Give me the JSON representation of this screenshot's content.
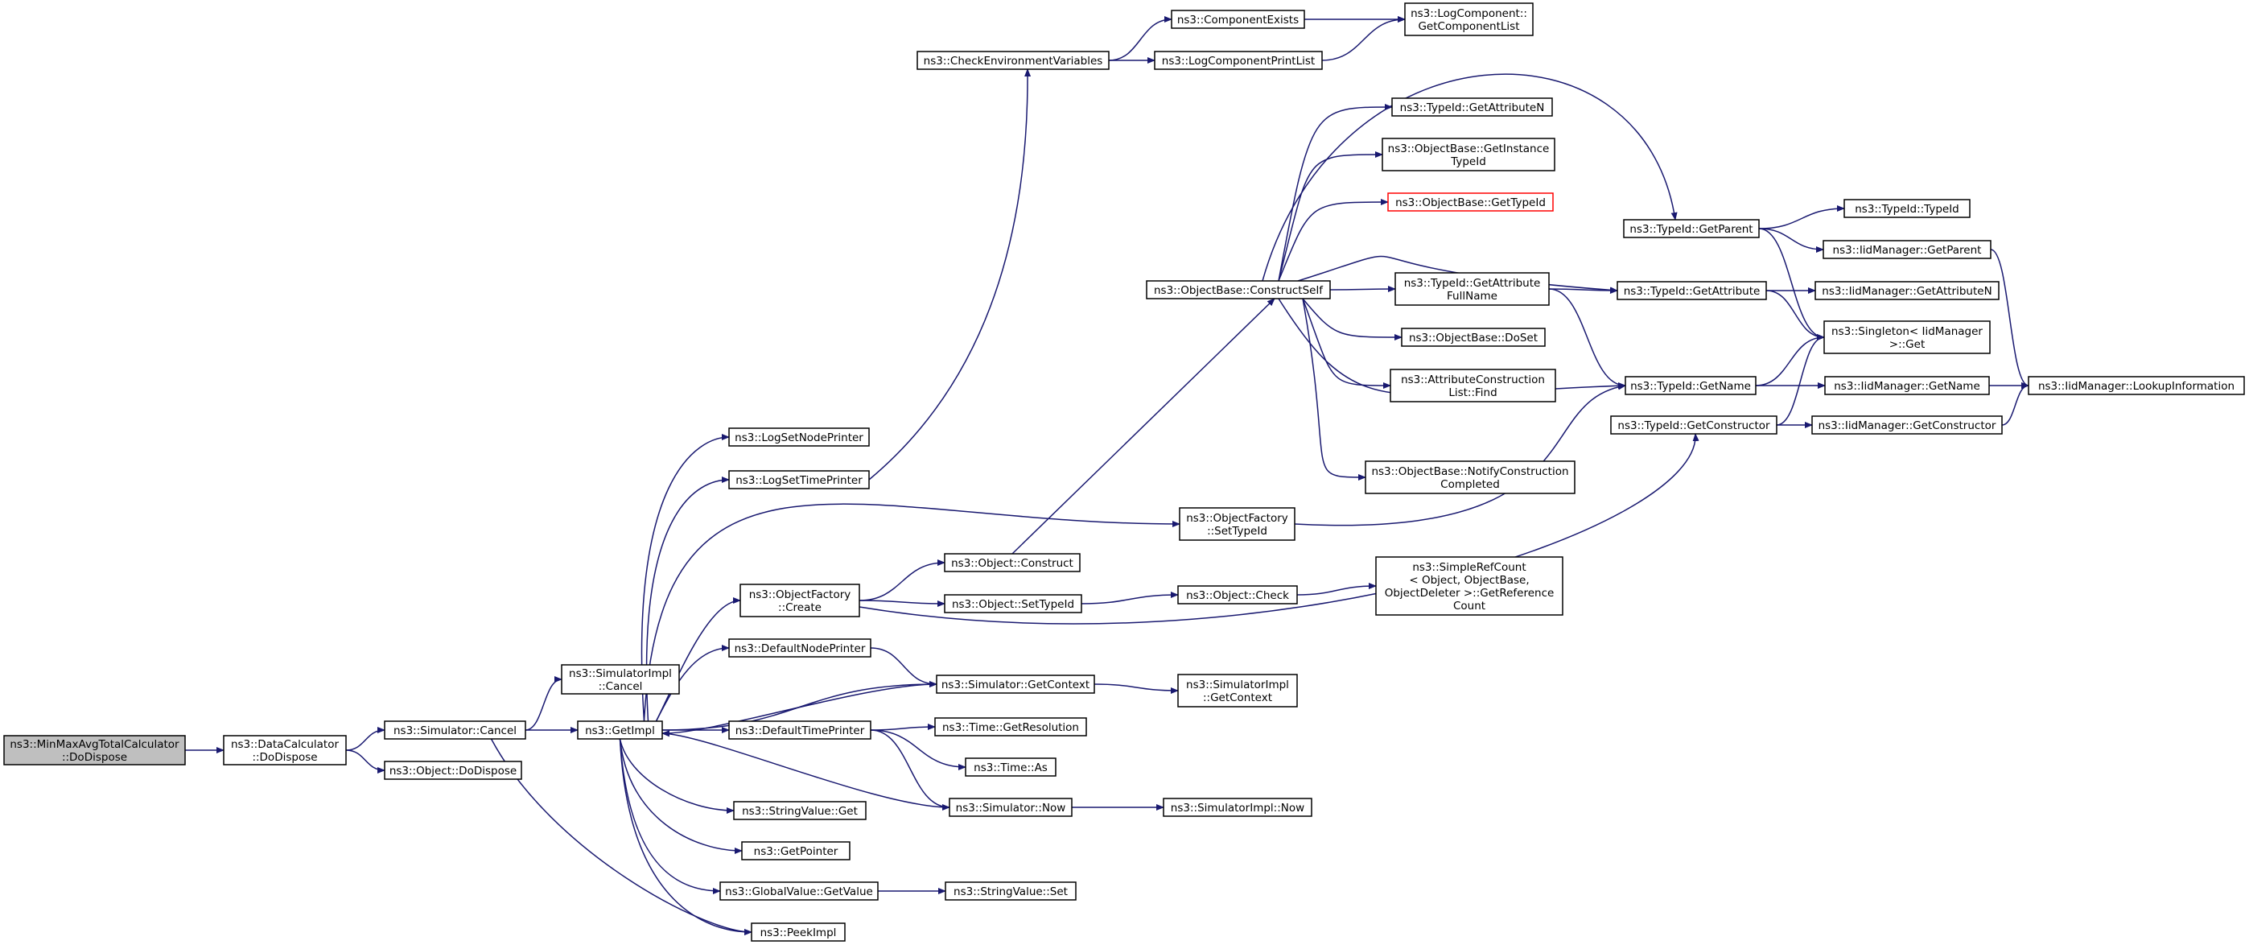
{
  "colors": {
    "edge": "#191970",
    "root_fill": "#bfbfbf",
    "node_border": "#000000",
    "highlight_border": "#ff0000"
  },
  "nodes": [
    {
      "id": "root",
      "lines": [
        "ns3::MinMaxAvgTotalCalculator",
        "::DoDispose"
      ]
    },
    {
      "id": "dc",
      "lines": [
        "ns3::DataCalculator",
        "::DoDispose"
      ]
    },
    {
      "id": "simcancel",
      "lines": [
        "ns3::Simulator::Cancel"
      ]
    },
    {
      "id": "objdispose",
      "lines": [
        "ns3::Object::DoDispose"
      ]
    },
    {
      "id": "simimplcancel",
      "lines": [
        "ns3::SimulatorImpl",
        "::Cancel"
      ]
    },
    {
      "id": "getimpl",
      "lines": [
        "ns3::GetImpl"
      ]
    },
    {
      "id": "logsetnode",
      "lines": [
        "ns3::LogSetNodePrinter"
      ]
    },
    {
      "id": "logsettime",
      "lines": [
        "ns3::LogSetTimePrinter"
      ]
    },
    {
      "id": "checkenv",
      "lines": [
        "ns3::CheckEnvironmentVariables"
      ]
    },
    {
      "id": "compexists",
      "lines": [
        "ns3::ComponentExists"
      ]
    },
    {
      "id": "logcomplist",
      "lines": [
        "ns3::LogComponent::",
        "GetComponentList"
      ]
    },
    {
      "id": "logcompprint",
      "lines": [
        "ns3::LogComponentPrintList"
      ]
    },
    {
      "id": "ofcreate",
      "lines": [
        "ns3::ObjectFactory",
        "::Create"
      ]
    },
    {
      "id": "ofsettypeid",
      "lines": [
        "ns3::ObjectFactory",
        "::SetTypeId"
      ]
    },
    {
      "id": "objconstruct",
      "lines": [
        "ns3::Object::Construct"
      ]
    },
    {
      "id": "objsettypeid",
      "lines": [
        "ns3::Object::SetTypeId"
      ]
    },
    {
      "id": "objcheck",
      "lines": [
        "ns3::Object::Check"
      ]
    },
    {
      "id": "simplerefcount",
      "lines": [
        "ns3::SimpleRefCount",
        "< Object, ObjectBase,",
        "ObjectDeleter >::GetReference",
        "Count"
      ]
    },
    {
      "id": "constructself",
      "lines": [
        "ns3::ObjectBase::ConstructSelf"
      ]
    },
    {
      "id": "getattrn",
      "lines": [
        "ns3::TypeId::GetAttributeN"
      ]
    },
    {
      "id": "getinstancetid",
      "lines": [
        "ns3::ObjectBase::GetInstance",
        "TypeId"
      ]
    },
    {
      "id": "objbasegettid",
      "lines": [
        "ns3::ObjectBase::GetTypeId"
      ]
    },
    {
      "id": "getattrfullname",
      "lines": [
        "ns3::TypeId::GetAttribute",
        "FullName"
      ]
    },
    {
      "id": "doset",
      "lines": [
        "ns3::ObjectBase::DoSet"
      ]
    },
    {
      "id": "attrconstrfind",
      "lines": [
        "ns3::AttributeConstruction",
        "List::Find"
      ]
    },
    {
      "id": "notifyconstr",
      "lines": [
        "ns3::ObjectBase::NotifyConstruction",
        "Completed"
      ]
    },
    {
      "id": "tidgetparent",
      "lines": [
        "ns3::TypeId::GetParent"
      ]
    },
    {
      "id": "tidgetattr",
      "lines": [
        "ns3::TypeId::GetAttribute"
      ]
    },
    {
      "id": "tidgetname",
      "lines": [
        "ns3::TypeId::GetName"
      ]
    },
    {
      "id": "tidgetconstructor",
      "lines": [
        "ns3::TypeId::GetConstructor"
      ]
    },
    {
      "id": "tidtypeid",
      "lines": [
        "ns3::TypeId::TypeId"
      ]
    },
    {
      "id": "iidgetparent",
      "lines": [
        "ns3::IidManager::GetParent"
      ]
    },
    {
      "id": "iidgetattrn",
      "lines": [
        "ns3::IidManager::GetAttributeN"
      ]
    },
    {
      "id": "singletonget",
      "lines": [
        "ns3::Singleton< IidManager",
        ">::Get"
      ]
    },
    {
      "id": "iidgetname",
      "lines": [
        "ns3::IidManager::GetName"
      ]
    },
    {
      "id": "iidlookup",
      "lines": [
        "ns3::IidManager::LookupInformation"
      ]
    },
    {
      "id": "iidgetconstructor",
      "lines": [
        "ns3::IidManager::GetConstructor"
      ]
    },
    {
      "id": "defaultnode",
      "lines": [
        "ns3::DefaultNodePrinter"
      ]
    },
    {
      "id": "simgetcontext",
      "lines": [
        "ns3::Simulator::GetContext"
      ]
    },
    {
      "id": "simimplgetcontext",
      "lines": [
        "ns3::SimulatorImpl",
        "::GetContext"
      ]
    },
    {
      "id": "defaulttime",
      "lines": [
        "ns3::DefaultTimePrinter"
      ]
    },
    {
      "id": "timegetres",
      "lines": [
        "ns3::Time::GetResolution"
      ]
    },
    {
      "id": "timeas",
      "lines": [
        "ns3::Time::As"
      ]
    },
    {
      "id": "simnow",
      "lines": [
        "ns3::Simulator::Now"
      ]
    },
    {
      "id": "simimplnow",
      "lines": [
        "ns3::SimulatorImpl::Now"
      ]
    },
    {
      "id": "strvalget",
      "lines": [
        "ns3::StringValue::Get"
      ]
    },
    {
      "id": "getpointer",
      "lines": [
        "ns3::GetPointer"
      ]
    },
    {
      "id": "gvgetvalue",
      "lines": [
        "ns3::GlobalValue::GetValue"
      ]
    },
    {
      "id": "strvalset",
      "lines": [
        "ns3::StringValue::Set"
      ]
    },
    {
      "id": "peekimpl",
      "lines": [
        "ns3::PeekImpl"
      ]
    }
  ]
}
